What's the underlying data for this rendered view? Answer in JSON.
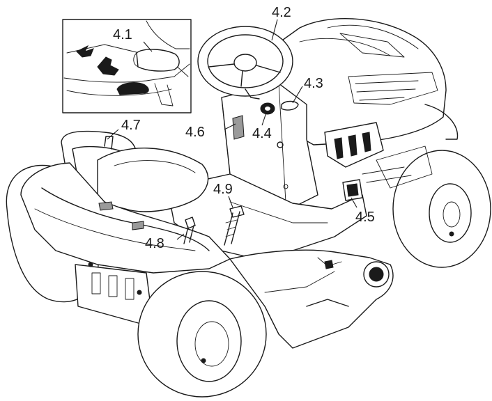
{
  "callouts": {
    "c41": "4.1",
    "c42": "4.2",
    "c43": "4.3",
    "c44": "4.4",
    "c45": "4.5",
    "c46": "4.6",
    "c47": "4.7",
    "c48": "4.8",
    "c49": "4.9"
  }
}
